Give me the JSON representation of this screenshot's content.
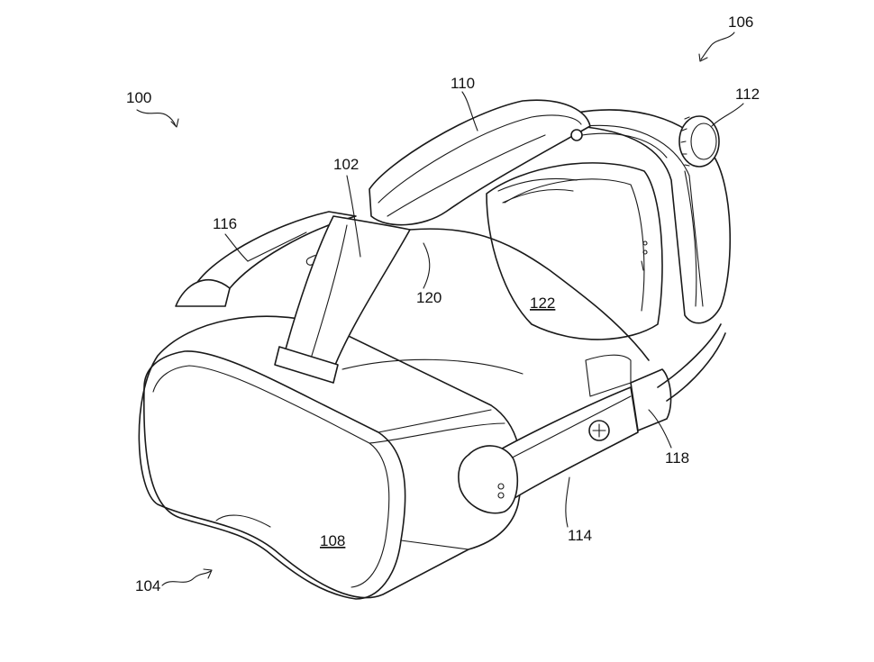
{
  "labels": {
    "l100": "100",
    "l102": "102",
    "l104": "104",
    "l106": "106",
    "l108": "108",
    "l110": "110",
    "l112": "112",
    "l114": "114",
    "l116": "116",
    "l118": "118",
    "l120": "120",
    "l122": "122"
  }
}
